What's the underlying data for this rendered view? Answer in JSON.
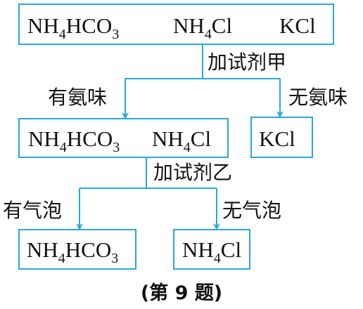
{
  "boxes": {
    "top": {
      "items": [
        {
          "main": "NH",
          "sub": "4",
          "tail": "HCO",
          "sub2": "3"
        },
        {
          "main": "NH",
          "sub": "4",
          "tail": "Cl"
        },
        {
          "main": "KCl"
        }
      ]
    },
    "middle_left": {
      "items": [
        {
          "main": "NH",
          "sub": "4",
          "tail": "HCO",
          "sub2": "3"
        },
        {
          "main": "NH",
          "sub": "4",
          "tail": "Cl"
        }
      ]
    },
    "middle_right": {
      "items": [
        {
          "main": "KCl"
        }
      ]
    },
    "bottom_left": {
      "items": [
        {
          "main": "NH",
          "sub": "4",
          "tail": "HCO",
          "sub2": "3"
        }
      ]
    },
    "bottom_right": {
      "items": [
        {
          "main": "NH",
          "sub": "4",
          "tail": "Cl"
        }
      ]
    }
  },
  "labels": {
    "reagent_a": "加试剂甲",
    "has_ammonia": "有氨味",
    "no_ammonia": "无氨味",
    "reagent_b": "加试剂乙",
    "has_bubbles": "有气泡",
    "no_bubbles": "无气泡"
  },
  "caption": "(第 9 题)",
  "colors": {
    "line": "#2aa8d8",
    "text": "#111111",
    "background": "#ffffff"
  }
}
